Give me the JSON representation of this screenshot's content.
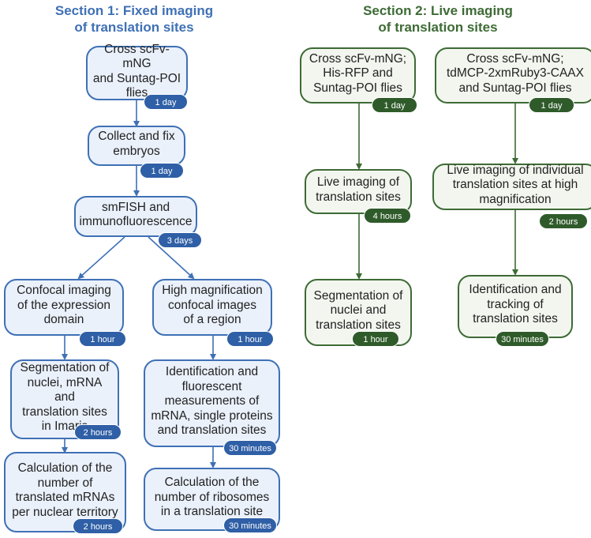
{
  "colors": {
    "blue": "#3f70b5",
    "green": "#3d6b35",
    "blue_fill": "#eaf1fb",
    "green_fill": "#f3f6ef"
  },
  "section1": {
    "title": "Section 1: Fixed imaging\nof translation sites",
    "steps": {
      "cross": {
        "text": "Cross scFv-mNG\nand Suntag-POI\nflies",
        "time": "1 day"
      },
      "collect": {
        "text": "Collect and fix\nembryos",
        "time": "1 day"
      },
      "smfish": {
        "text": "smFISH and\nimmunofluorescence",
        "time": "3 days"
      },
      "confocal": {
        "text": "Confocal imaging\nof the expression\ndomain",
        "time": "1 hour"
      },
      "segmentation": {
        "text": "Segmentation of\nnuclei, mRNA and\ntranslation sites\nin Imaris",
        "time": "2 hours"
      },
      "calc_mrna": {
        "text": "Calculation of the\nnumber of\ntranslated mRNAs\nper nuclear territory",
        "time": "2 hours"
      },
      "highmag": {
        "text": "High magnification\nconfocal images\nof a region",
        "time": "1 hour"
      },
      "identification": {
        "text": "Identification and\nfluorescent\nmeasurements of\nmRNA, single proteins\nand translation sites",
        "time": "30 minutes"
      },
      "calc_ribo": {
        "text": "Calculation of the\nnumber of ribosomes\nin a translation site",
        "time": "30 minutes"
      }
    }
  },
  "section2": {
    "title": "Section 2: Live imaging\nof translation sites",
    "steps": {
      "cross_a": {
        "text": "Cross scFv-mNG;\nHis-RFP and\nSuntag-POI flies",
        "time": "1 day"
      },
      "live_a": {
        "text": "Live imaging of\ntranslation sites",
        "time": "4 hours"
      },
      "seg_a": {
        "text": "Segmentation of\nnuclei and\ntranslation sites",
        "time": "1 hour"
      },
      "cross_b": {
        "text": "Cross scFv-mNG;\ntdMCP-2xmRuby3-CAAX\nand Suntag-POI flies",
        "time": "1 day"
      },
      "live_b": {
        "text": "Live imaging of individual\ntranslation sites at high\nmagnification",
        "time": "2 hours"
      },
      "track_b": {
        "text": "Identification and\ntracking of\ntranslation sites",
        "time": "30 minutes"
      }
    }
  }
}
